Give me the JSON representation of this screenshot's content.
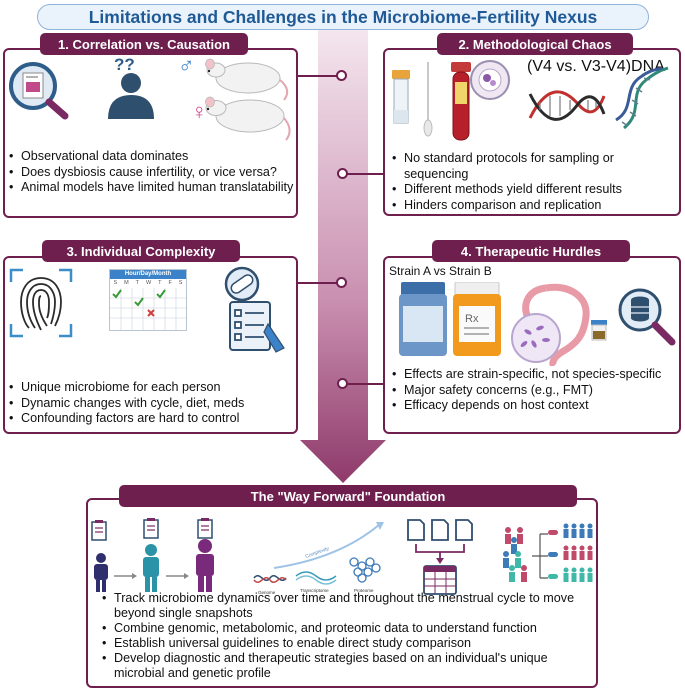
{
  "title": "Limitations and Challenges in the Microbiome-Fertility Nexus",
  "panels": {
    "p1": {
      "tab": "1.  Correlation vs. Causation",
      "bullets": [
        "Observational data dominates",
        "Does dysbiosis cause infertility, or vice versa?",
        "Animal models have limited human translatability"
      ],
      "icon_text": "??",
      "male_symbol": "♂",
      "female_symbol": "♀"
    },
    "p2": {
      "tab": "2. Methodological Chaos",
      "label": "(V4 vs. V3-V4)DNA",
      "bullets": [
        "No standard protocols for sampling or sequencing",
        "Different methods yield different results",
        "Hinders comparison and replication"
      ]
    },
    "p3": {
      "tab": "3. Individual Complexity",
      "calendar_header": "Hour/Day/Month",
      "weekdays": [
        "S",
        "M",
        "T",
        "W",
        "T",
        "F",
        "S"
      ],
      "bullets": [
        "Unique microbiome for each person",
        "Dynamic changes with cycle, diet, meds",
        "Confounding factors are hard to control"
      ]
    },
    "p4": {
      "tab": "4. Therapeutic Hurdles",
      "strain_label": "Strain A vs Strain B",
      "rx_label": "Rx",
      "bullets": [
        "Effects are strain-specific, not species-specific",
        "Major safety concerns (e.g., FMT)",
        "Efficacy depends on host context"
      ]
    },
    "p5": {
      "tab": "The \"Way Forward\" Foundation",
      "omics": {
        "genome": "Genome",
        "transcriptome": "Transcriptome",
        "proteome": "Proteome",
        "arrow_label": "Complexity"
      },
      "bullets": [
        "Track microbiome dynamics over time and throughout the menstrual cycle to move beyond single snapshots",
        "Combine genomic, metabolomic, and proteomic data to understand function",
        "Establish universal guidelines to enable direct study comparison",
        "Develop diagnostic and therapeutic strategies based on an individual's unique microbial and genetic profile"
      ]
    }
  },
  "colors": {
    "accent": "#6e1f4e",
    "title_text": "#1f5a96",
    "title_bg": "#eaf2fb",
    "check": "#3a9a3a",
    "cross": "#d23c3c"
  }
}
